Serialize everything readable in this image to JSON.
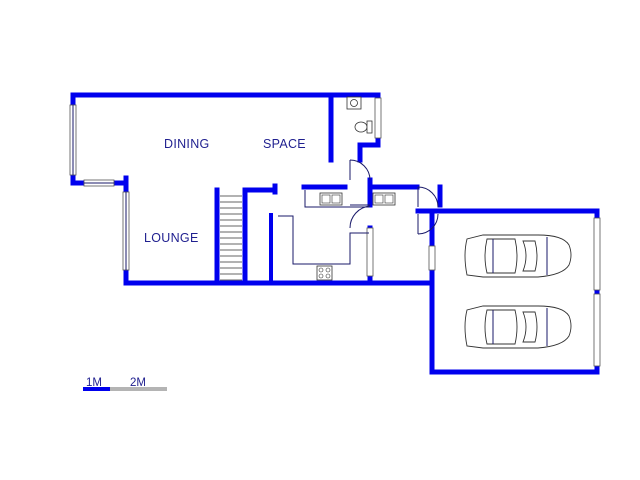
{
  "rooms": {
    "dining": "DINING",
    "space": "SPACE",
    "lounge": "LOUNGE"
  },
  "scale_bar": {
    "label_1": "1M",
    "label_2": "2M"
  },
  "colors": {
    "wall": "#0000ee",
    "scale_primary": "#0000ee",
    "scale_secondary": "#b4b4b4",
    "text": "#1f1f8f"
  },
  "icons": [
    "car-icon",
    "toilet-icon",
    "basin-icon",
    "sink-icon",
    "stove-icon",
    "stairs-icon",
    "door-swing-icon",
    "window-icon"
  ]
}
